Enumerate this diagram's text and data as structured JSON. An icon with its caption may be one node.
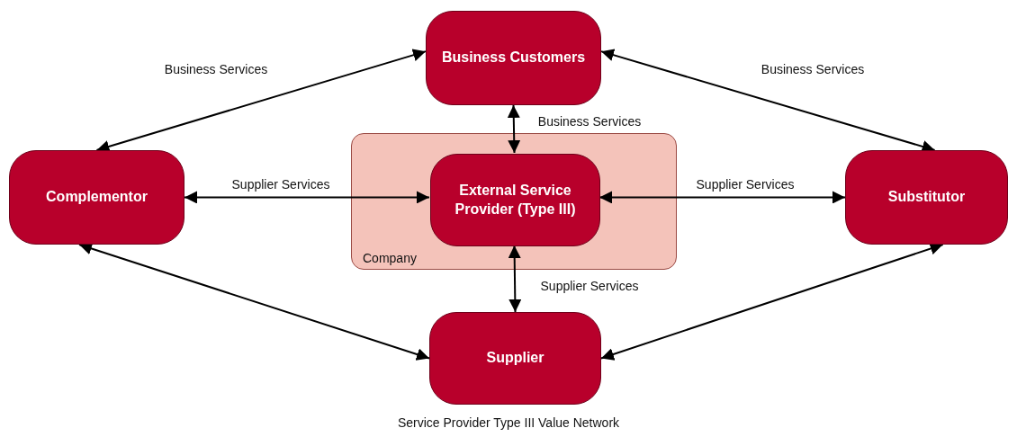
{
  "diagram": {
    "caption": "Service Provider Type III Value Network",
    "nodes": [
      {
        "text": [
          "Business Customers"
        ]
      },
      {
        "text": [
          "Company"
        ]
      },
      {
        "text": [
          "External Service Provider (Type III)"
        ],
        "in": 1
      },
      {
        "text": [
          "Complementor"
        ]
      },
      {
        "text": [
          "Substitutor"
        ]
      },
      {
        "text": [
          "Supplier"
        ]
      }
    ],
    "edges": [
      {
        "from": 0,
        "to": 3,
        "arrow": "both",
        "label": "Business Services"
      },
      {
        "from": 0,
        "to": 4,
        "arrow": "both",
        "label": "Business Services"
      },
      {
        "from": 0,
        "to": 2,
        "arrow": "both",
        "label": "Business Services"
      },
      {
        "from": 3,
        "to": 2,
        "arrow": "both",
        "label": "Supplier Services"
      },
      {
        "from": 2,
        "to": 4,
        "arrow": "both",
        "label": "Supplier Services"
      },
      {
        "from": 2,
        "to": 5,
        "arrow": "both",
        "label": "Supplier Services"
      },
      {
        "from": 3,
        "to": 5,
        "arrow": "both"
      },
      {
        "from": 4,
        "to": 5,
        "arrow": "both"
      }
    ]
  }
}
